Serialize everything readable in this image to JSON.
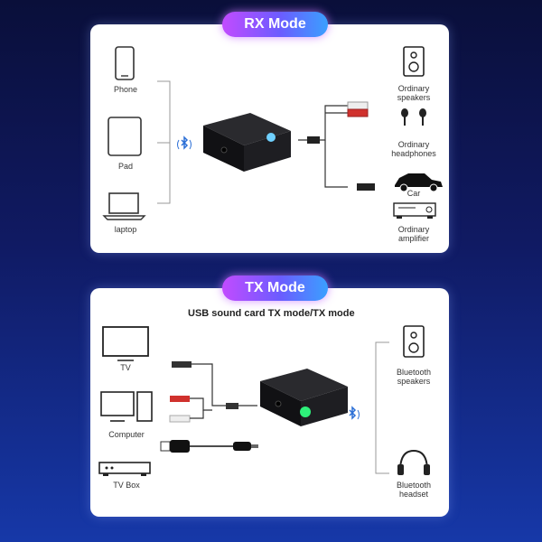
{
  "rx": {
    "pill": "RX Mode",
    "sources": [
      "Phone",
      "Pad",
      "laptop"
    ],
    "outputs": [
      {
        "label": "Ordinary speakers",
        "icon": "speaker-icon"
      },
      {
        "label": "Ordinary headphones",
        "icon": "headphones-icon"
      },
      {
        "label": "Car",
        "icon": "car-icon"
      },
      {
        "label": "Ordinary amplifier",
        "icon": "amplifier-icon"
      }
    ]
  },
  "tx": {
    "pill": "TX Mode",
    "subtitle": "USB sound card TX mode/TX mode",
    "sources": [
      "TV",
      "Computer",
      "TV Box"
    ],
    "outputs": [
      "Bluetooth speakers",
      "Bluetooth headset"
    ]
  },
  "colors": {
    "accent_left": "#c24bff",
    "accent_right": "#3aa0ff",
    "background": "#101a63"
  }
}
